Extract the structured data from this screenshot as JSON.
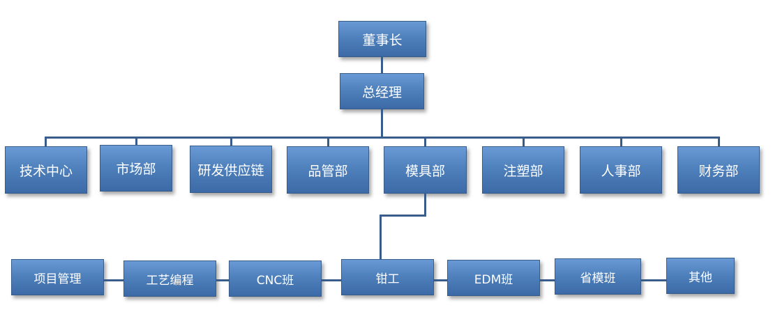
{
  "org_chart": {
    "root": {
      "id": "chairman",
      "label": "董事长",
      "children": [
        {
          "id": "general-manager",
          "label": "总经理",
          "children": [
            {
              "id": "tech-center",
              "label": "技术中心"
            },
            {
              "id": "marketing",
              "label": "市场部"
            },
            {
              "id": "rd-supply-chain",
              "label": "研发供应链"
            },
            {
              "id": "quality",
              "label": "品管部"
            },
            {
              "id": "mold-dept",
              "label": "模具部",
              "children": [
                {
                  "id": "project-mgmt",
                  "label": "项目管理"
                },
                {
                  "id": "process-programming",
                  "label": "工艺编程"
                },
                {
                  "id": "cnc-team",
                  "label": "CNC班"
                },
                {
                  "id": "fitter",
                  "label": "钳工"
                },
                {
                  "id": "edm-team",
                  "label": "EDM班"
                },
                {
                  "id": "province-mold-team",
                  "label": "省模班"
                },
                {
                  "id": "others",
                  "label": "其他"
                }
              ]
            },
            {
              "id": "injection",
              "label": "注塑部"
            },
            {
              "id": "hr",
              "label": "人事部"
            },
            {
              "id": "finance",
              "label": "财务部"
            }
          ]
        }
      ]
    },
    "colors": {
      "box_fill": "#4f81bd",
      "box_border": "#385d8a",
      "line": "#385d8a",
      "text": "#ffffff"
    }
  }
}
